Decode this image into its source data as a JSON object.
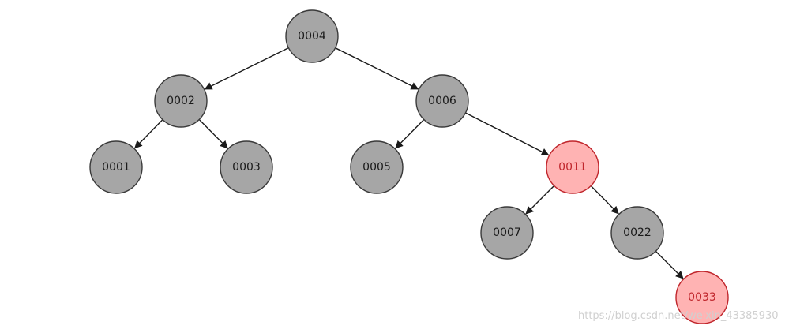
{
  "tree": {
    "nodes": [
      {
        "id": "n0004",
        "label": "0004",
        "color": "gray"
      },
      {
        "id": "n0002",
        "label": "0002",
        "color": "gray"
      },
      {
        "id": "n0006",
        "label": "0006",
        "color": "gray"
      },
      {
        "id": "n0001",
        "label": "0001",
        "color": "gray"
      },
      {
        "id": "n0003",
        "label": "0003",
        "color": "gray"
      },
      {
        "id": "n0005",
        "label": "0005",
        "color": "gray"
      },
      {
        "id": "n0011",
        "label": "0011",
        "color": "red"
      },
      {
        "id": "n0007",
        "label": "0007",
        "color": "gray"
      },
      {
        "id": "n0022",
        "label": "0022",
        "color": "gray"
      },
      {
        "id": "n0033",
        "label": "0033",
        "color": "red"
      }
    ],
    "edges": [
      {
        "from": "n0004",
        "to": "n0002"
      },
      {
        "from": "n0004",
        "to": "n0006"
      },
      {
        "from": "n0002",
        "to": "n0001"
      },
      {
        "from": "n0002",
        "to": "n0003"
      },
      {
        "from": "n0006",
        "to": "n0005"
      },
      {
        "from": "n0006",
        "to": "n0011"
      },
      {
        "from": "n0011",
        "to": "n0007"
      },
      {
        "from": "n0011",
        "to": "n0022"
      },
      {
        "from": "n0022",
        "to": "n0033"
      }
    ]
  },
  "colors": {
    "gray_fill": "#a6a6a6",
    "gray_stroke": "#3a3a3a",
    "gray_text": "#1a1a1a",
    "red_fill": "#ffb3b3",
    "red_stroke": "#c0262c",
    "red_text": "#c0262c",
    "edge": "#1a1a1a"
  },
  "watermark": "https://blog.csdn.net/weixin_43385930"
}
